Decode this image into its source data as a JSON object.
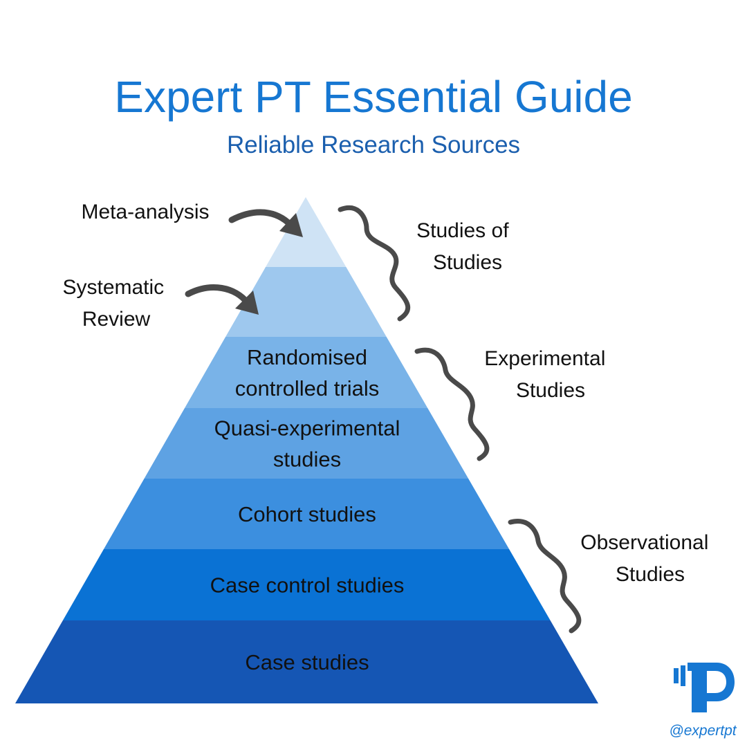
{
  "header": {
    "title": "Expert PT Essential Guide",
    "subtitle": "Reliable Research Sources"
  },
  "pyramid": {
    "tiers": [
      {
        "lines": [],
        "color": "#cfe3f5"
      },
      {
        "lines": [],
        "color": "#9ec8ee"
      },
      {
        "lines": [
          "Randomised",
          "controlled trials"
        ],
        "color": "#79b3e8"
      },
      {
        "lines": [
          "Quasi-experimental",
          "studies"
        ],
        "color": "#5ea2e3"
      },
      {
        "lines": [
          "Cohort studies"
        ],
        "color": "#3c8fdf"
      },
      {
        "lines": [
          "Case control studies"
        ],
        "color": "#0a72d4"
      },
      {
        "lines": [
          "Case studies"
        ],
        "color": "#1556b4"
      }
    ]
  },
  "callouts": {
    "meta_analysis": "Meta-analysis",
    "systematic_review": [
      "Systematic",
      "Review"
    ]
  },
  "groups": {
    "studies_of_studies": [
      "Studies of",
      "Studies"
    ],
    "experimental": [
      "Experimental",
      "Studies"
    ],
    "observational": [
      "Observational",
      "Studies"
    ]
  },
  "brand": {
    "handle": "@expertpt",
    "logo_color": "#1677d2"
  }
}
